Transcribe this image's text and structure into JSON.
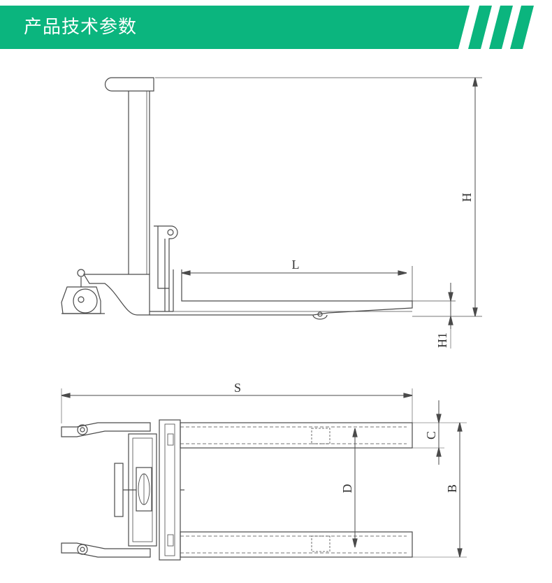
{
  "header": {
    "title": "产品技术参数",
    "accent_color": "#0bb57e"
  },
  "side_view": {
    "dimension_labels": {
      "height": "H",
      "length": "L",
      "lowered_height": "H1"
    }
  },
  "top_view": {
    "dimension_labels": {
      "overall_length": "S",
      "fork_width": "C",
      "fork_spacing": "D",
      "overall_width": "B"
    }
  },
  "line_color": "#4a4a4a"
}
